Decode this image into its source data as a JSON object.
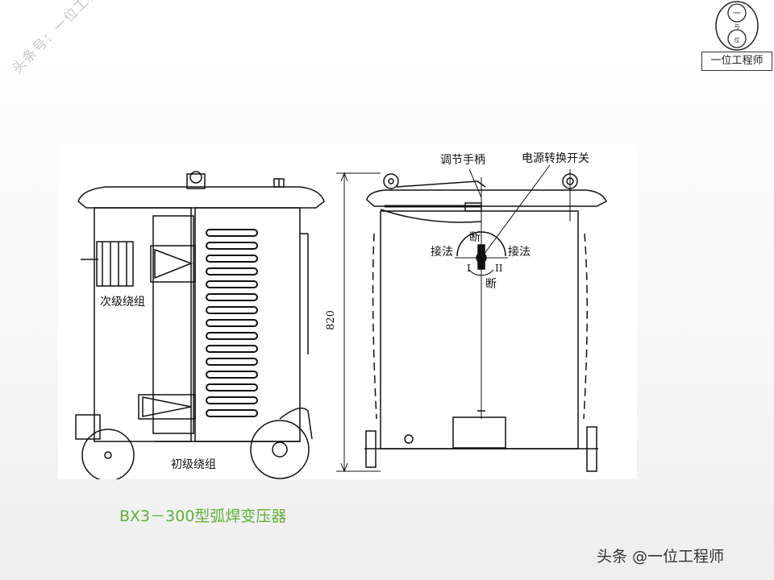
{
  "watermark": "头条号：一位工程师",
  "logo": {
    "text": "一位工程师",
    "circle_top": "一",
    "circle_mid": "与",
    "circle_bottom": "位"
  },
  "figure": {
    "labels": {
      "secondary_winding": "次级绕组",
      "primary_winding": "初级绕组",
      "adjust_handle": "调节手柄",
      "power_switch": "电源转换开关",
      "off_top": "断",
      "off_bottom": "断",
      "connection_left": "接法",
      "connection_right": "接法",
      "pos_1": "I",
      "pos_2": "II",
      "dimension": "820"
    }
  },
  "caption": "BX3－300型弧焊变压器",
  "footer": "头条 @一位工程师",
  "colors": {
    "caption": "#5fb03a"
  }
}
